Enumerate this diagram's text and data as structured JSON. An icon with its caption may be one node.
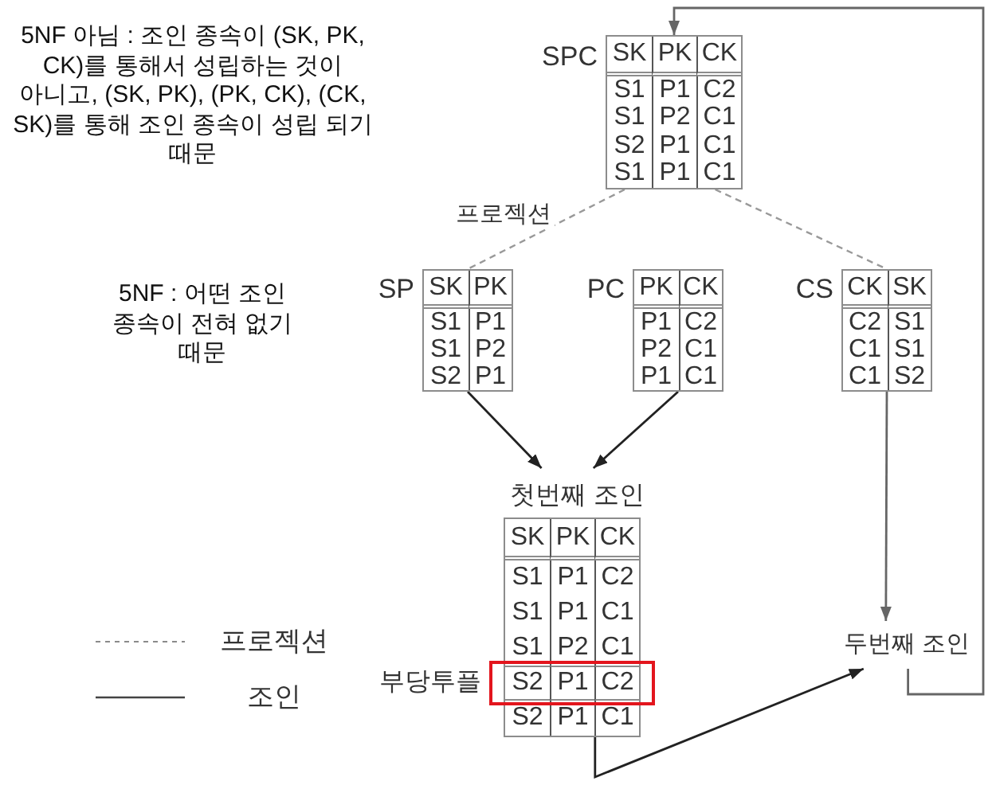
{
  "diagram": {
    "nodes": [
      {
        "text": [
          "SPC",
          "SK",
          "PK",
          "CK",
          "S1",
          "P1",
          "C2",
          "S1",
          "P2",
          "C1",
          "S2",
          "P1",
          "C1",
          "S1",
          "P1",
          "C1"
        ]
      },
      {
        "text": [
          "SP",
          "SK",
          "PK",
          "S1",
          "P1",
          "S1",
          "P2",
          "S2",
          "P1"
        ]
      },
      {
        "text": [
          "PC",
          "PK",
          "CK",
          "P1",
          "C2",
          "P2",
          "C1",
          "P1",
          "C1"
        ]
      },
      {
        "text": [
          "CS",
          "CK",
          "SK",
          "C2",
          "S1",
          "C1",
          "S1",
          "C1",
          "S2"
        ]
      },
      {
        "text": [
          "첫번째 조인",
          "SK",
          "PK",
          "CK",
          "S1",
          "P1",
          "C2",
          "S1",
          "P1",
          "C1",
          "S1",
          "P2",
          "C1",
          "S2",
          "P1",
          "C2",
          "S2",
          "P1",
          "C1"
        ],
        "beside": [
          "부당투플"
        ]
      },
      {
        "text": [
          "두번째 조인"
        ]
      }
    ],
    "edges": [
      {
        "from": 0,
        "to": 1,
        "arrow": "none",
        "label": "프로젝션",
        "style": "dashed",
        "color": "#999999"
      },
      {
        "from": 0,
        "to": 3,
        "arrow": "none",
        "style": "dashed",
        "color": "#999999"
      },
      {
        "from": 1,
        "to": 4,
        "arrow": "to"
      },
      {
        "from": 2,
        "to": 4,
        "arrow": "to"
      },
      {
        "from": 3,
        "to": 5,
        "arrow": "to",
        "color": "#666666"
      },
      {
        "from": 4,
        "to": 5,
        "arrow": "to"
      },
      {
        "from": 5,
        "to": 0,
        "arrow": "to",
        "color": "#666666"
      }
    ],
    "labels": [
      "5NF 아님 : 조인 종속이 (SK, PK, CK)를 통해서 성립하는 것이 아니고, (SK, PK), (PK, CK), (CK, SK)를 통해 조인 종속이 성립 되기 때문",
      "5NF : 어떤 조인 종속이 전혀 없기 때문"
    ],
    "legend": [
      {
        "text": "프로젝션"
      },
      {
        "text": "조인"
      }
    ]
  }
}
